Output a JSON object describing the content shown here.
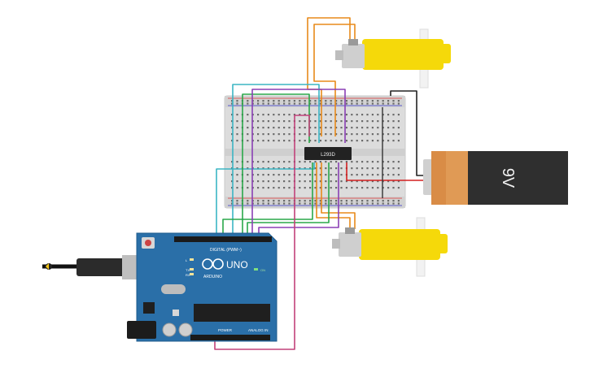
{
  "components": {
    "driver_ic": {
      "label": "L293D"
    },
    "battery": {
      "label": "9V",
      "body_color": "#2f2f2f",
      "cap_color": "#d98c46"
    },
    "arduino": {
      "board_name": "UNO",
      "brand": "ARDUINO",
      "digital_label": "DIGITAL (PWM~)",
      "power_label": "POWER",
      "analog_label": "ANALOG IN",
      "board_color": "#2a6fa8",
      "on_label": "ON",
      "tx_label": "TX",
      "rx_label": "RX",
      "l_label": "L"
    },
    "motors": [
      {
        "name": "top-motor",
        "color": "#f5d90a"
      },
      {
        "name": "bottom-motor",
        "color": "#f5d90a"
      }
    ]
  },
  "wires": [
    {
      "name": "wire-orange-top-a",
      "color": "#e88a1a"
    },
    {
      "name": "wire-orange-top-b",
      "color": "#e88a1a"
    },
    {
      "name": "wire-teal",
      "color": "#3bb5c4"
    },
    {
      "name": "wire-green",
      "color": "#2aa84a"
    },
    {
      "name": "wire-purple",
      "color": "#8a3fb5"
    },
    {
      "name": "wire-magenta",
      "color": "#c2417a"
    },
    {
      "name": "wire-red",
      "color": "#d42020"
    },
    {
      "name": "wire-black",
      "color": "#222222"
    }
  ]
}
